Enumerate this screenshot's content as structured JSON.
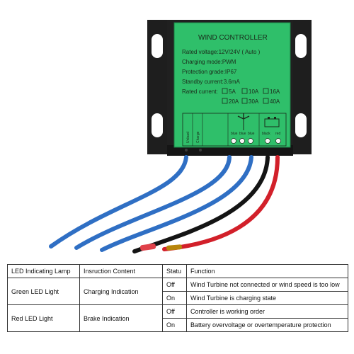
{
  "controller": {
    "title": "WIND CONTROLLER",
    "spec_lines": [
      "Rated voltage:12V/24V ( Auto )",
      "Charging mode:PWM",
      "Protection grade:IP67",
      "Standby current:3.6mA"
    ],
    "rated_current_label": "Rated current:",
    "current_options_row1": [
      "5A",
      "10A",
      "16A"
    ],
    "current_options_row2": [
      "20A",
      "30A",
      "40A"
    ],
    "terminal_left_labels": [
      "Unload",
      "Charge"
    ],
    "wire_labels": [
      "blue",
      "blue",
      "blue",
      "black",
      "red"
    ],
    "colors": {
      "panel_green": "#2fbf6a",
      "housing": "#1c1c1c",
      "blue_wire": "#2f6fc4",
      "black_wire": "#141414",
      "red_wire": "#d2202a"
    }
  },
  "table": {
    "headers": [
      "LED Indicating Lamp",
      "Insruction Content",
      "Statu",
      "Function"
    ],
    "rows": [
      {
        "lamp": "Green LED Light",
        "content": "Charging Indication",
        "status": "Off",
        "function": "Wind Turbine not connected or wind speed is too low"
      },
      {
        "lamp": "",
        "content": "",
        "status": "On",
        "function": "Wind Turbine is charging state"
      },
      {
        "lamp": "Red LED Light",
        "content": "Brake Indication",
        "status": "Off",
        "function": "Controller is working order"
      },
      {
        "lamp": "",
        "content": "",
        "status": "On",
        "function": "Battery overvoltage or overtemperature protection"
      }
    ]
  }
}
